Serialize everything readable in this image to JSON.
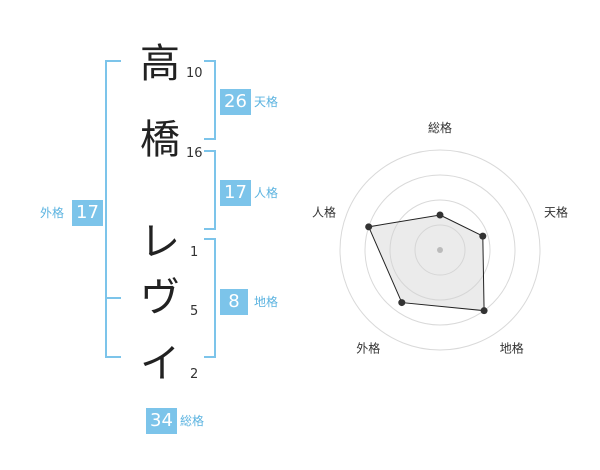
{
  "name": {
    "characters": [
      {
        "char": "高",
        "strokes": "10"
      },
      {
        "char": "橋",
        "strokes": "16"
      },
      {
        "char": "レ",
        "strokes": "1"
      },
      {
        "char": "ヴ",
        "strokes": "5"
      },
      {
        "char": "イ",
        "strokes": "2"
      }
    ]
  },
  "kakusu": {
    "tenkaku": {
      "value": "26",
      "label": "天格"
    },
    "jinkaku": {
      "value": "17",
      "label": "人格"
    },
    "chikaku": {
      "value": "8",
      "label": "地格"
    },
    "gaikaku": {
      "value": "17",
      "label": "外格"
    },
    "soukaku": {
      "value": "34",
      "label": "総格"
    }
  },
  "colors": {
    "accent": "#7cc4ea",
    "accent_text": "#5bb3e0"
  },
  "chart_data": {
    "type": "radar",
    "categories": [
      "総格",
      "天格",
      "地格",
      "外格",
      "人格"
    ],
    "values": [
      0.35,
      0.45,
      0.75,
      0.65,
      0.75
    ],
    "rlim": [
      0,
      1
    ],
    "grid_rings": 4
  }
}
